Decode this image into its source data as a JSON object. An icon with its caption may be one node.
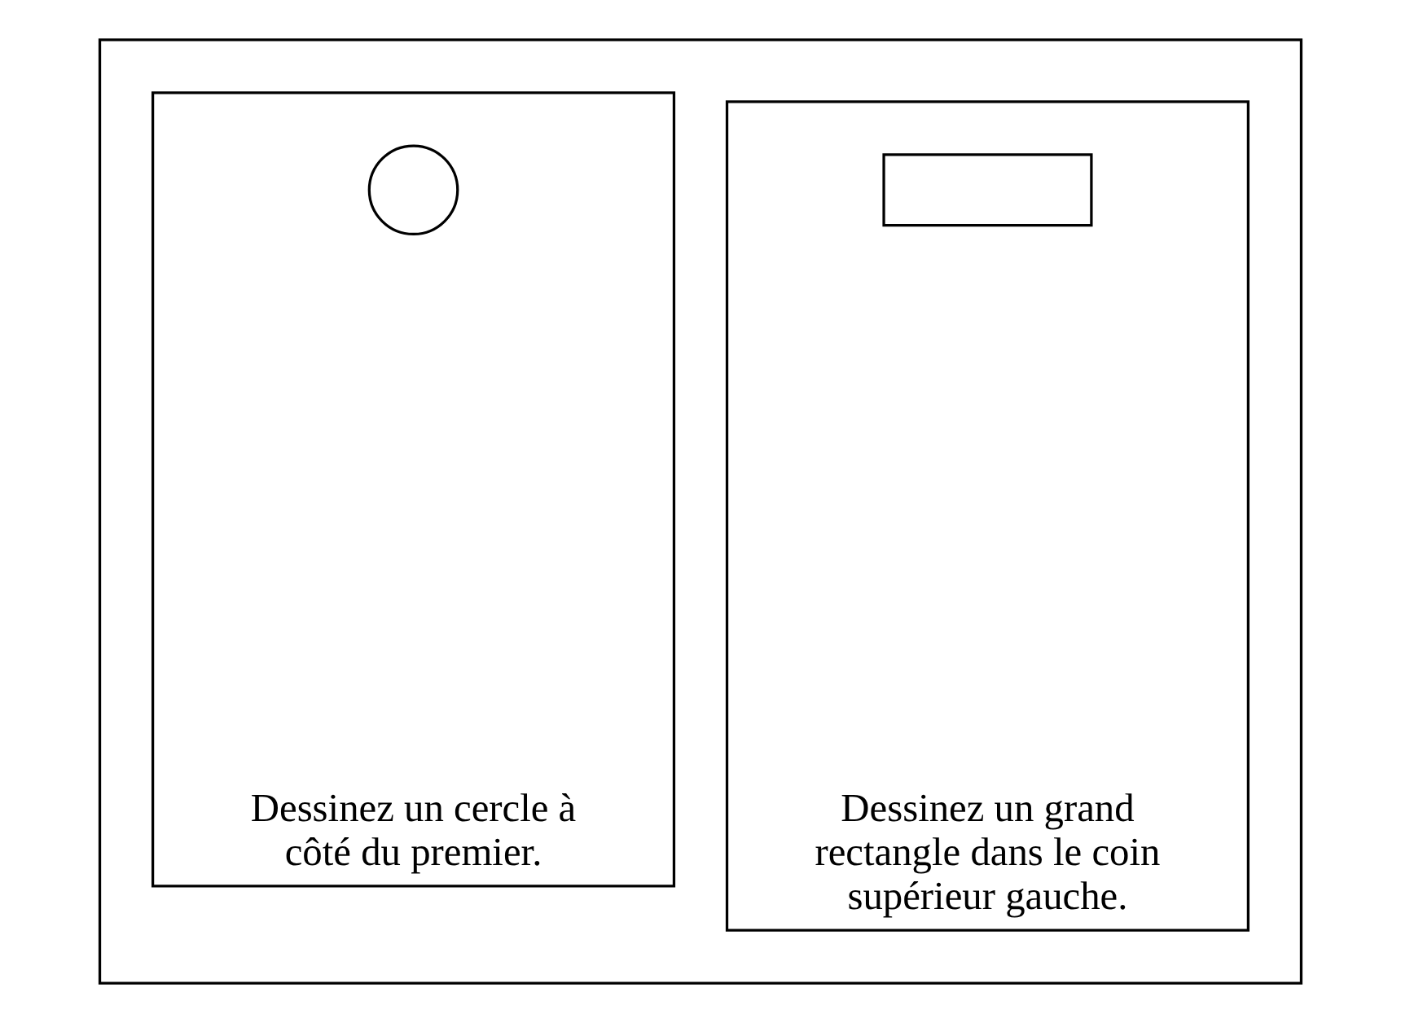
{
  "diagram": {
    "nodes": [
      {
        "text": [],
        "shape": "box"
      },
      {
        "text": [],
        "shape": "box",
        "in": 0,
        "beside": [
          "Dessinez un grand rectangle dans le coin supérieur gauche."
        ]
      },
      {
        "text": [],
        "shape": "box",
        "in": 1
      },
      {
        "text": [],
        "shape": "box",
        "in": 0,
        "beside": [
          "Dessinez un cercle à côté du premier."
        ]
      },
      {
        "text": [],
        "shape": "circle",
        "in": 3
      }
    ]
  }
}
